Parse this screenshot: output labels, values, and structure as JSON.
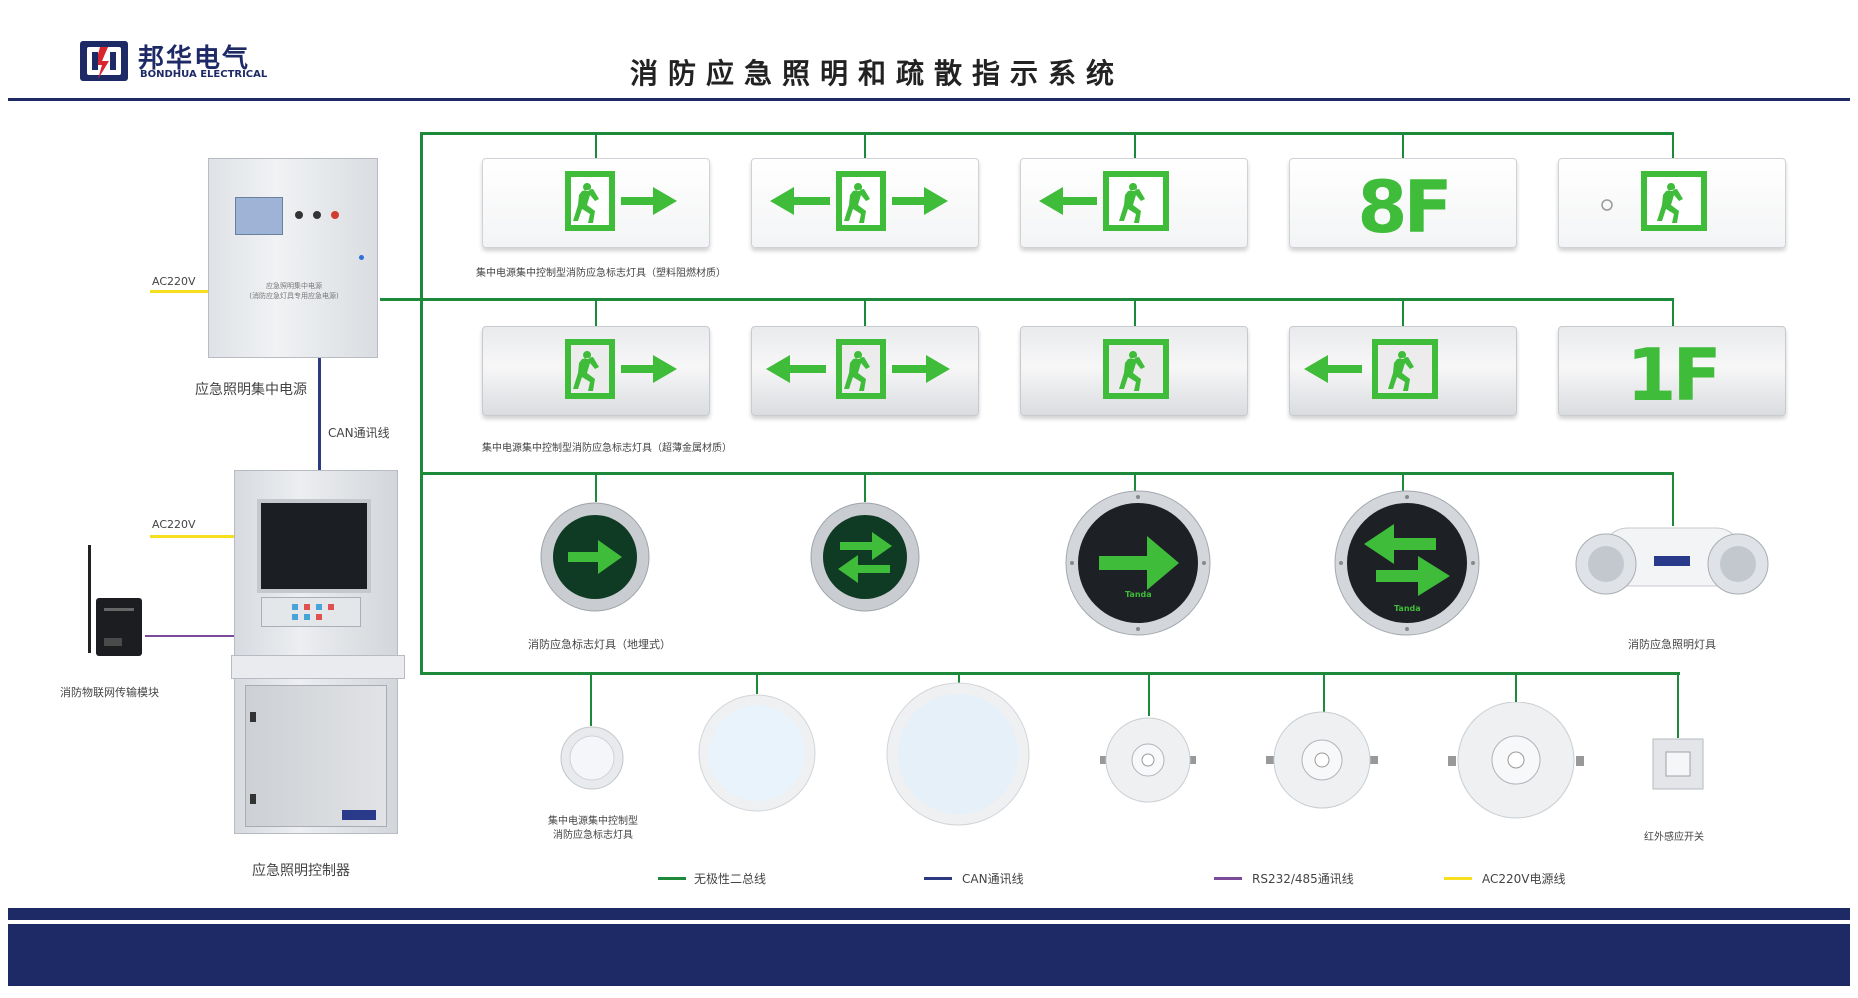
{
  "header": {
    "brand_cn": "邦华电气",
    "brand_en": "BONDHUA ELECTRICAL",
    "title": "消防应急照明和疏散指示系统"
  },
  "left": {
    "power_supply_input": "AC220V",
    "power_supply_name": "应急照明集中电源",
    "power_panel_text_line1": "应急照明集中电源",
    "power_panel_text_line2": "(消防应急灯具专用应急电源)",
    "can_label": "CAN通讯线",
    "controller_input": "AC220V",
    "controller_name": "应急照明控制器",
    "iot_module_name": "消防物联网传输模块"
  },
  "rows": {
    "plastic_signs_caption": "集中电源集中控制型消防应急标志灯具（塑料阻燃材质）",
    "metal_signs_caption": "集中电源集中控制型消防应急标志灯具（超薄金属材质）",
    "floor_sign_top": "8F",
    "floor_sign_bottom": "1F",
    "ground_caption": "消防应急标志灯具（地埋式）",
    "ground_brand": "Tanda",
    "emergency_light_caption": "消防应急照明灯具",
    "downlight_caption_line1": "集中电源集中控制型",
    "downlight_caption_line2": "消防应急标志灯具",
    "pir_caption": "红外感应开关"
  },
  "legend": [
    {
      "label": "无极性二总线",
      "color": "#1c8a3a"
    },
    {
      "label": "CAN通讯线",
      "color": "#2e3a80"
    },
    {
      "label": "RS232/485通讯线",
      "color": "#7b4b9a"
    },
    {
      "label": "AC220V电源线",
      "color": "#f5df1f"
    }
  ],
  "colors": {
    "brand_navy": "#1e2a66",
    "sign_green": "#3fbc3a",
    "bus_green": "#1c8a3a"
  }
}
